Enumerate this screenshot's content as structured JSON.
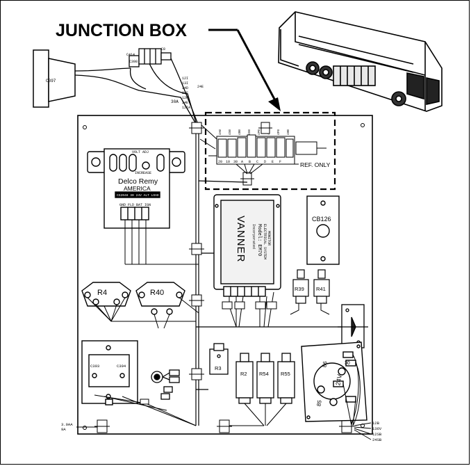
{
  "title": "JUNCTION BOX",
  "junction_box": {
    "ref_note": "REF. ONLY",
    "terminals": [
      "20",
      "10",
      "30",
      "A",
      "B",
      "C",
      "D",
      "E",
      "F"
    ],
    "labels": [
      "4A0",
      "4S0",
      "4B0",
      "4G0",
      "4P0",
      "4W0",
      "4F0",
      "4H0"
    ]
  },
  "cable_labels": {
    "plug_left": "C397",
    "connector_a": "C414",
    "connector_b": "C398",
    "connector_c": "C8",
    "harness_a": "30A",
    "wire_list": [
      "12I",
      "13I",
      "24D",
      "24E",
      "12P",
      "24E",
      "12IA"
    ],
    "wire_e": "24E"
  },
  "regulator": {
    "top": "VOLT ADJ",
    "adjust": "INCREASE",
    "brand": "Delco Remy",
    "sub": "AMERICA",
    "part": "CG2048 30 24V ALT LOAD",
    "terminals": "GND FLD BAT IGN"
  },
  "vanner": {
    "brand": "VANNER",
    "sub": "Incorporated",
    "model": "Model: EM70",
    "desc": "ELECTRICAL SYSTEM",
    "desc2": "MONITOR"
  },
  "components": {
    "cb": "CB126",
    "r4": "R4",
    "r40": "R40",
    "r39": "R39",
    "r41": "R41",
    "r3": "R3",
    "r2": "R2",
    "r54": "R54",
    "r55": "R55",
    "c393": "C393",
    "c394": "C394",
    "v24": "24V",
    "p86": "86",
    "p85": "85",
    "p30": "30"
  },
  "bottom_left": {
    "l1": "3.0AA",
    "l2": "9A"
  },
  "bottom_right": [
    "12B",
    "136V",
    "12SB",
    "24SB"
  ]
}
